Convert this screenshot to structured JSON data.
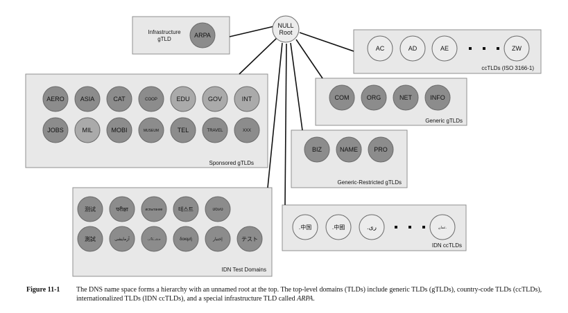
{
  "root": {
    "line1": "NULL",
    "line2": "Root"
  },
  "groups": {
    "infrastructure": {
      "title_line1": "Infrastructure",
      "title_line2": "gTLD",
      "nodes": [
        "ARPA"
      ]
    },
    "cctlds": {
      "title": "ccTLDs (ISO 3166-1)",
      "nodes": [
        "AC",
        "AD",
        "AE",
        "ZW"
      ]
    },
    "generic": {
      "title": "Generic gTLDs",
      "nodes": [
        "COM",
        "ORG",
        "NET",
        "INFO"
      ]
    },
    "sponsored": {
      "title": "Sponsored gTLDs",
      "row1": [
        "AERO",
        "ASIA",
        "CAT",
        "COOP",
        "EDU",
        "GOV",
        "INT"
      ],
      "row2": [
        "JOBS",
        "MIL",
        "MOBI",
        "MUSEUM",
        "TEL",
        "TRAVEL",
        "XXX"
      ]
    },
    "generic_restricted": {
      "title": "Generic-Restricted gTLDs",
      "nodes": [
        "BIZ",
        "NAME",
        "PRO"
      ]
    },
    "idn_test": {
      "title": "IDN Test Domains",
      "row1": [
        "测试",
        "परीक्षा",
        "испытание",
        "테스트",
        "טעסט"
      ],
      "row2": [
        "測試",
        "آزمایشی",
        "பரிட்சை",
        "δοκιμή",
        "إختبار",
        "テスト"
      ]
    },
    "idn_cctlds": {
      "title": "IDN ccTLDs",
      "nodes": [
        ".中国",
        ".中國",
        ".رى",
        "عمان."
      ]
    }
  },
  "caption": {
    "figure_label": "Figure 11-1",
    "text": "The DNS name space forms a hierarchy with an unnamed root at the top. The top-level domains (TLDs) include generic TLDs (gTLDs), country-code TLDs (ccTLDs), internationalized TLDs (IDN ccTLDs), and a special infrastructure TLD called",
    "emphasis": "ARPA",
    "end": "."
  }
}
